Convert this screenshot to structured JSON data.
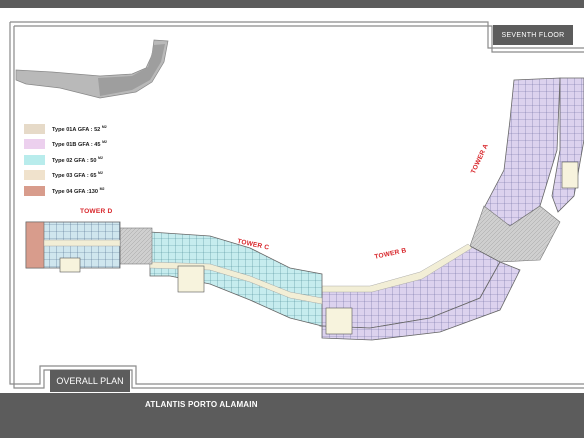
{
  "header": {
    "floor_label": "SEVENTH FLOOR"
  },
  "legend": {
    "items": [
      {
        "type": "Type 01A GFA : 52",
        "unit": "M2",
        "color": "#e6dac8"
      },
      {
        "type": "Type 01B GFA : 45",
        "unit": "M2",
        "color": "#ecd0ee"
      },
      {
        "type": "Type 02 GFA : 50",
        "unit": "M2",
        "color": "#b8ecec"
      },
      {
        "type": "Type 03 GFA : 65",
        "unit": "M2",
        "color": "#f0e2cc"
      },
      {
        "type": "Type 04 GFA :130",
        "unit": "M2",
        "color": "#d89c8c"
      }
    ]
  },
  "towers": {
    "tower_a": "TOWER A",
    "tower_b": "TOWER B",
    "tower_c": "TOWER C",
    "tower_d": "TOWER D"
  },
  "footer": {
    "overall_label": "OVERALL PLAN",
    "project_title": "ATLANTIS PORTO ALAMAIN"
  },
  "colors": {
    "frame_gray": "#5c5c5c",
    "tower_label_red": "#d8262b"
  }
}
